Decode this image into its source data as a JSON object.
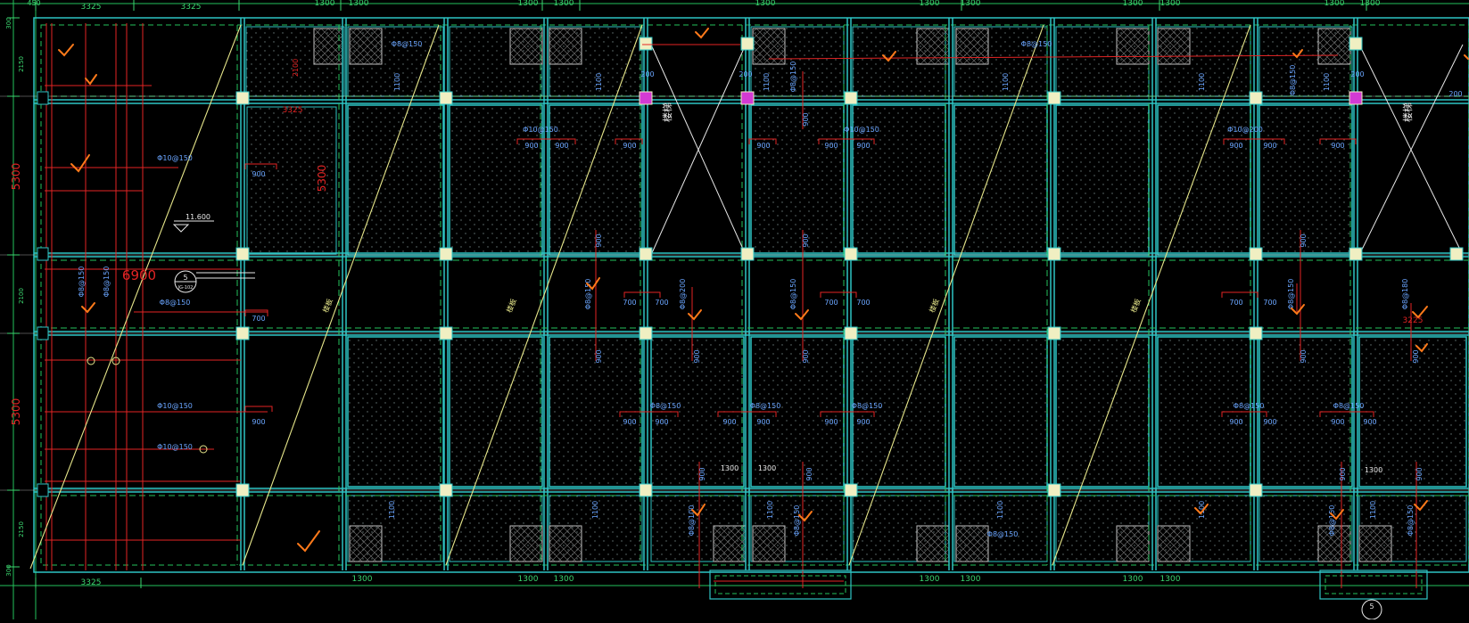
{
  "colors": {
    "background": "#000000",
    "grid_white": "#e8e8e8",
    "beam_cyan": "#2ec4c4",
    "dash_green": "#25c25b",
    "rebar_red": "#e32424",
    "dim_green": "#3bd66f",
    "text_blue": "#6aa5ff",
    "text_yellow": "#e8e86b",
    "check_orange": "#ff7a1a",
    "diag_yellow": "#e6e68a",
    "column_fill": "#f0efc2",
    "magenta": "#d43ad4"
  },
  "top_dims": [
    "3325",
    "3325",
    "1300",
    "1300",
    "1300",
    "1300",
    "1300",
    "1300",
    "1300",
    "1300",
    "1300",
    "1300",
    "1300"
  ],
  "bottom_dims": [
    "3325",
    "1300",
    "1300",
    "1300",
    "1300",
    "1300",
    "1300",
    "1300"
  ],
  "left_dims": [
    "300",
    "2150",
    "5300",
    "2100",
    "5300",
    "2150",
    "300"
  ],
  "top_left_tick": "450",
  "big_label": "6900",
  "section_marker": {
    "num": "5",
    "sub": "JG-102"
  },
  "level_mark": "11.600",
  "inner_dims": {
    "d5300": "5300",
    "d3325": "3325",
    "d3325r": "3225"
  },
  "stair_label": "楼梯",
  "ramp_label": "楼板",
  "rebar": {
    "phi10_150": "Φ10@150",
    "phi8_150": "Φ8@150",
    "phi10_200": "Φ10@200",
    "phi8_200": "Φ8@200",
    "phi8_180": "Φ8@180",
    "phi8_100": "Φ8@100"
  },
  "len": {
    "l900": "900",
    "l700": "700",
    "l1100": "1100",
    "l1300": "1300",
    "l200": "200",
    "l2100": "2100"
  }
}
